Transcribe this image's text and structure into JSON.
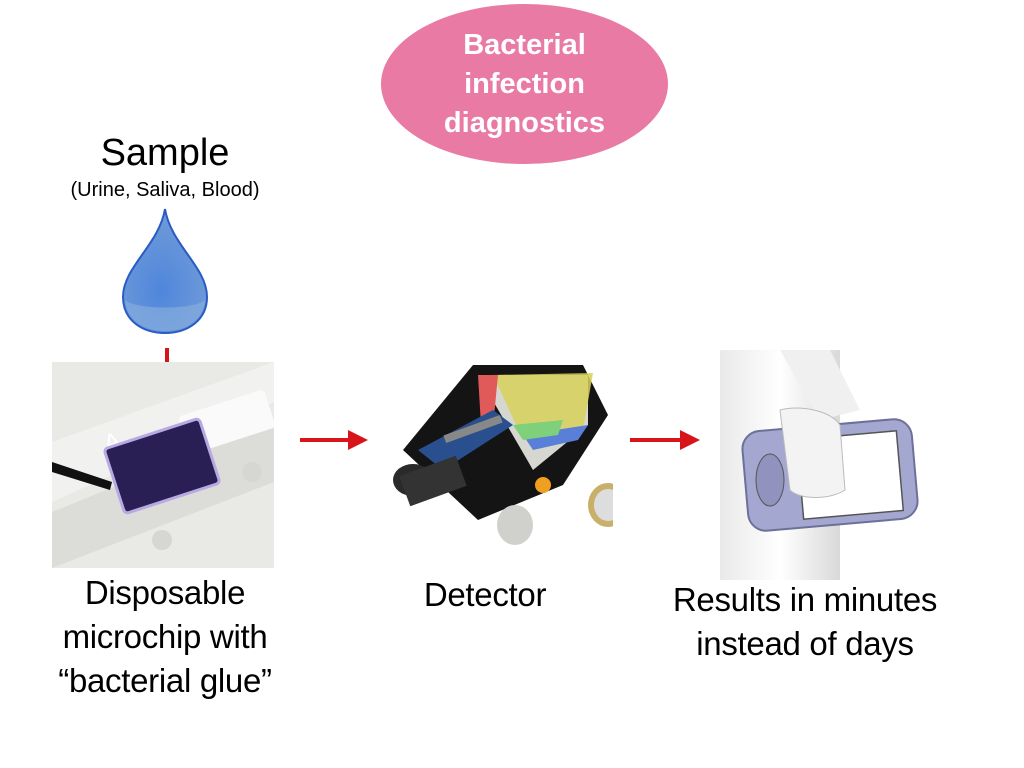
{
  "title": "Bacterial infection diagnostics",
  "title_lines": "Bacterial\ninfection\ndiagnostics",
  "colors": {
    "bubble": "#e97aa3",
    "arrow": "#d7141a",
    "drop": "#5b8fd6",
    "device_frame": "#a4a8d0"
  },
  "sample": {
    "title": "Sample",
    "subtitle": "(Urine, Saliva, Blood)",
    "icon": "water-drop-icon"
  },
  "steps": [
    {
      "id": "microchip",
      "caption": "Disposable\nmicrochip with\n“bacterial glue”",
      "image": "microchip-photo"
    },
    {
      "id": "detector",
      "caption": "Detector",
      "image": "detector-render"
    },
    {
      "id": "results",
      "caption": "Results in minutes\ninstead of days",
      "image": "handheld-device-render"
    }
  ],
  "arrows": [
    "sample-to-chip-arrow",
    "chip-to-detector-arrow",
    "detector-to-results-arrow"
  ]
}
